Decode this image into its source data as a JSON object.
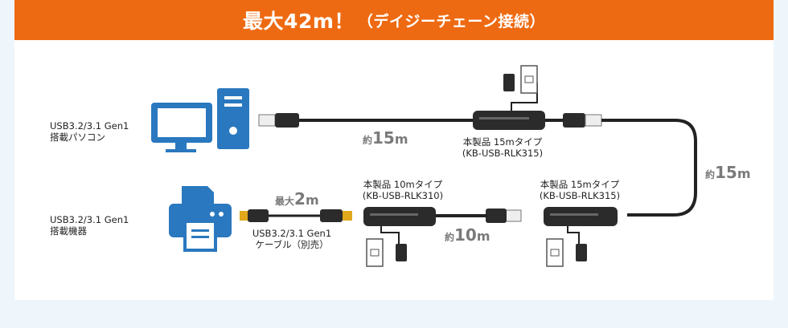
{
  "banner": {
    "headline": "最大42m！",
    "subtitle": "（デイジーチェーン接続）"
  },
  "devices": {
    "pc": {
      "line1": "USB3.2/3.1 Gen1",
      "line2": "搭載パソコン"
    },
    "printer": {
      "line1": "USB3.2/3.1 Gen1",
      "line2": "搭載機器"
    }
  },
  "products": {
    "top": {
      "name": "本製品 15mタイプ",
      "model": "(KB-USB-RLK315)"
    },
    "middle": {
      "name": "本製品 10mタイプ",
      "model": "(KB-USB-RLK310)"
    },
    "right": {
      "name": "本製品 15mタイプ",
      "model": "(KB-USB-RLK315)"
    }
  },
  "cable": {
    "line1": "USB3.2/3.1 Gen1",
    "line2": "ケーブル（別売）"
  },
  "lengths": {
    "top": {
      "prefix": "約",
      "value": "15",
      "unit": "m"
    },
    "side": {
      "prefix": "約",
      "value": "15",
      "unit": "m"
    },
    "bottom": {
      "prefix": "約",
      "value": "10",
      "unit": "m"
    },
    "cable": {
      "prefix": "最大",
      "value": "2",
      "unit": "m"
    }
  },
  "colors": {
    "banner": "#ee6a12",
    "device_blue": "#2a78bf",
    "cable": "#222222",
    "page_bg": "#eef6fb"
  }
}
